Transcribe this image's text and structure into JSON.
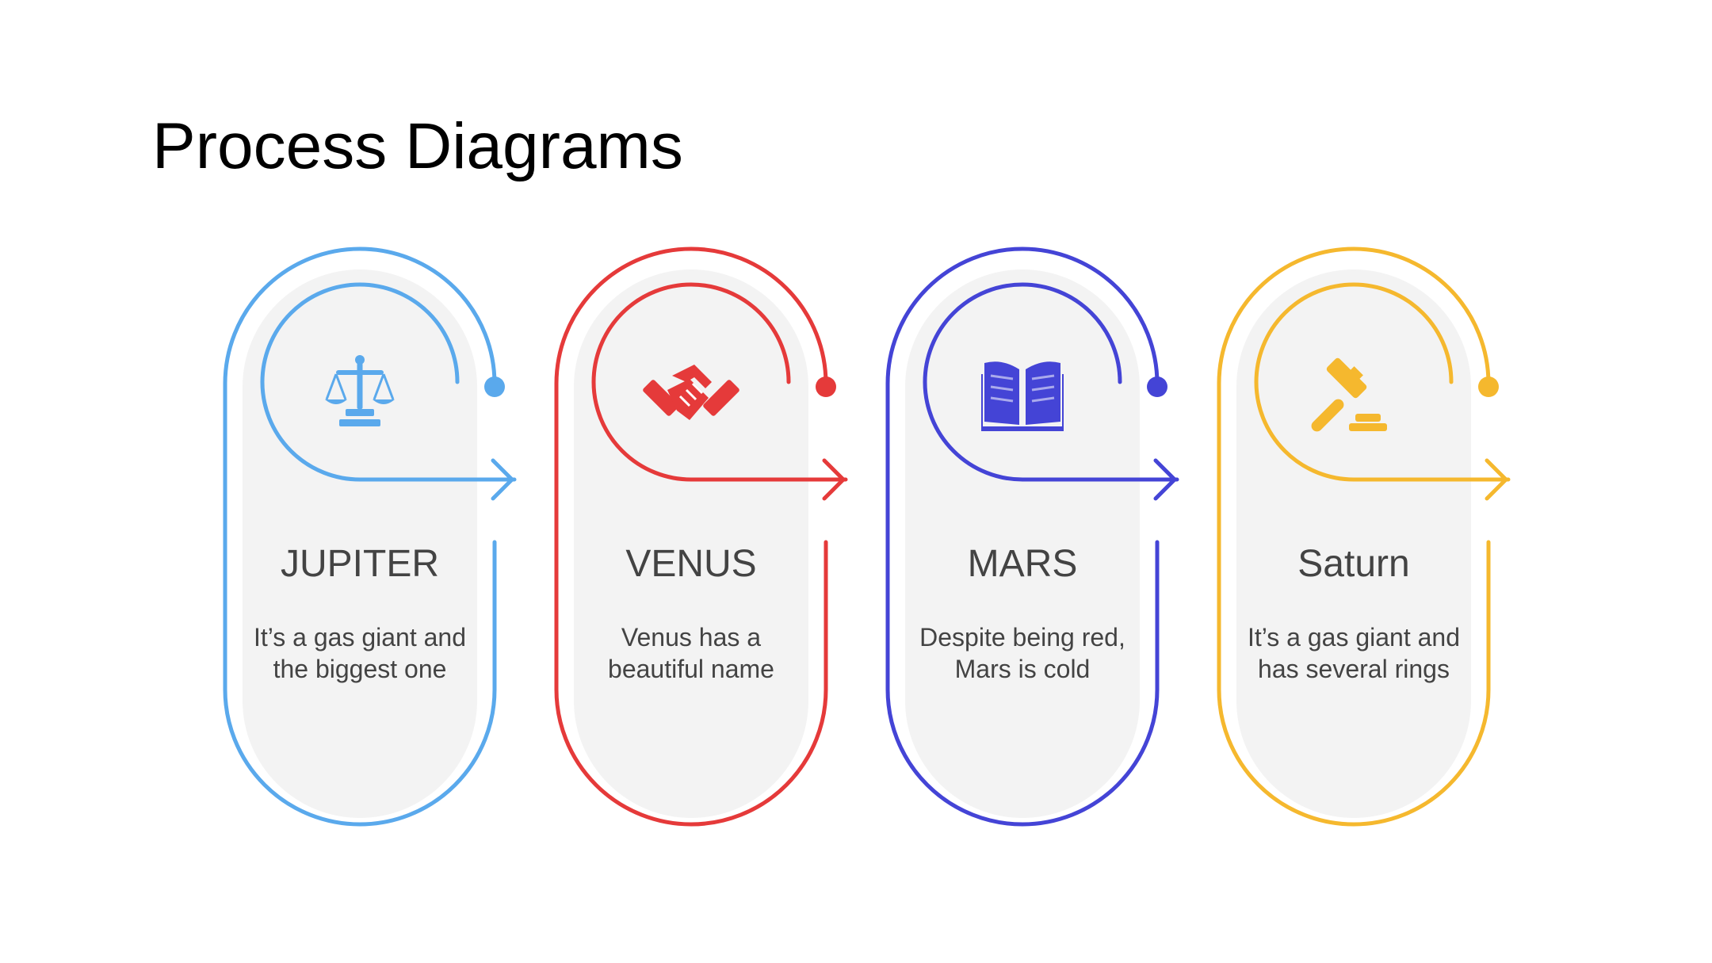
{
  "slide": {
    "title": "Process Diagrams"
  },
  "steps": [
    {
      "title": "JUPITER",
      "description": "It’s a gas giant and the biggest one",
      "color": "#5aa9ec",
      "icon": "scales-icon"
    },
    {
      "title": "VENUS",
      "description": "Venus has a beautiful name",
      "color": "#e53a3a",
      "icon": "handshake-icon"
    },
    {
      "title": "MARS",
      "description": "Despite being red, Mars is cold",
      "color": "#4444d6",
      "icon": "book-icon"
    },
    {
      "title": "Saturn",
      "description": "It’s a gas giant and has several rings",
      "color": "#f5b82e",
      "icon": "gavel-icon"
    }
  ]
}
